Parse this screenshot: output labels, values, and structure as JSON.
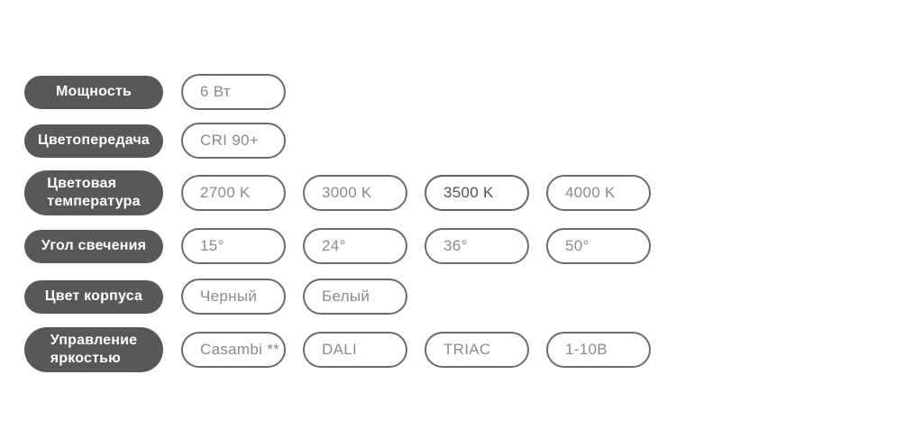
{
  "colors": {
    "background": "#ffffff",
    "label_pill_bg": "#58585a",
    "label_pill_text": "#ffffff",
    "option_pill_border": "#6b6c6e",
    "option_pill_text": "#8a8b8d",
    "option_selected_text": "#525356"
  },
  "spec": {
    "rows": [
      {
        "label": "Мощность",
        "options": [
          {
            "label": "6 Вт",
            "selected": false
          }
        ]
      },
      {
        "label": "Цветопередача",
        "options": [
          {
            "label": "CRI 90+",
            "selected": false
          }
        ]
      },
      {
        "label": "Цветовая\nтемпература",
        "options": [
          {
            "label": "2700 K",
            "selected": false
          },
          {
            "label": "3000 K",
            "selected": false
          },
          {
            "label": "3500 K",
            "selected": true
          },
          {
            "label": "4000 K",
            "selected": false
          }
        ]
      },
      {
        "label": "Угол свечения",
        "options": [
          {
            "label": "15°",
            "selected": false
          },
          {
            "label": "24°",
            "selected": false
          },
          {
            "label": "36°",
            "selected": false
          },
          {
            "label": "50°",
            "selected": false
          }
        ]
      },
      {
        "label": "Цвет корпуса",
        "options": [
          {
            "label": "Черный",
            "selected": false
          },
          {
            "label": "Белый",
            "selected": false
          }
        ]
      },
      {
        "label": "Управление\nяркостью",
        "options": [
          {
            "label": "Casambi **",
            "selected": false
          },
          {
            "label": "DALI",
            "selected": false
          },
          {
            "label": "TRIAC",
            "selected": false
          },
          {
            "label": "1-10В",
            "selected": false
          }
        ]
      }
    ]
  }
}
